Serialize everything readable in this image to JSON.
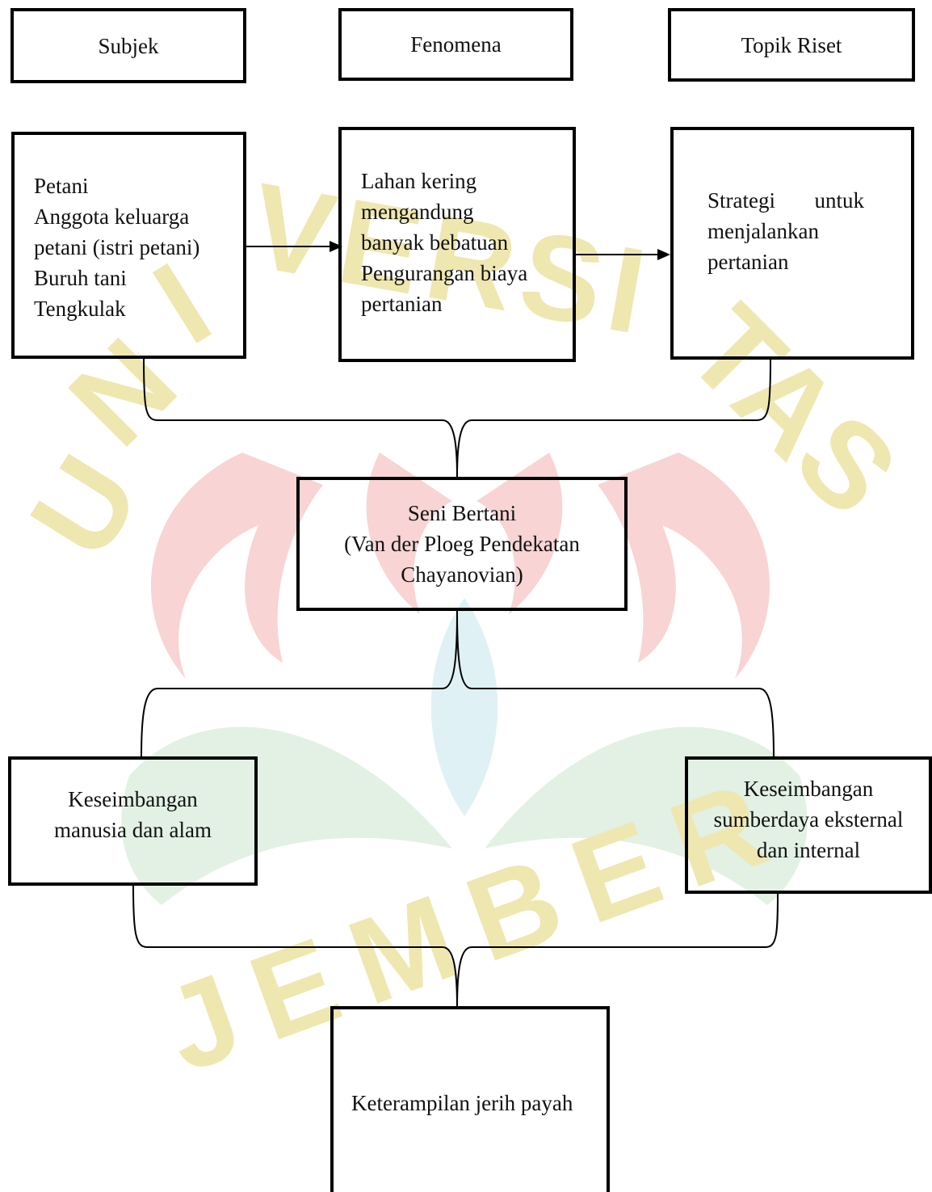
{
  "watermark": {
    "text": "UNIVERSITAS JEMBER",
    "ring_top": "UNIVERSITAS",
    "ring_bottom": "JEMBER",
    "colors": {
      "ring": "#efe7b0",
      "flame_red": "#f8d4d4",
      "leaf_green": "#e2f1e4",
      "leaf_cyan": "#dff1f4"
    }
  },
  "headers": {
    "subjek": "Subjek",
    "fenomena": "Fenomena",
    "topik": "Topik Riset"
  },
  "subjek_box": {
    "lines": [
      "Petani",
      "Anggota keluarga",
      "petani (istri petani)",
      "Buruh tani",
      "Tengkulak"
    ]
  },
  "fenomena_box": {
    "lines": [
      "Lahan kering",
      "mengandung",
      "banyak bebatuan",
      "Pengurangan biaya",
      "pertanian"
    ]
  },
  "topik_box": {
    "line1_word1": "Strategi",
    "line1_word2": "untuk",
    "line2": "menjalankan",
    "line3": "pertanian"
  },
  "seni_box": {
    "lines": [
      "Seni Bertani",
      "(Van der Ploeg Pendekatan",
      "Chayanovian)"
    ]
  },
  "keseimbangan_alam": {
    "lines": [
      "Keseimbangan",
      "manusia dan alam"
    ]
  },
  "keseimbangan_sumberdaya": {
    "lines": [
      "Keseimbangan",
      "sumberdaya eksternal",
      "dan internal"
    ]
  },
  "keterampilan": {
    "label": "Keterampilan jerih payah"
  }
}
